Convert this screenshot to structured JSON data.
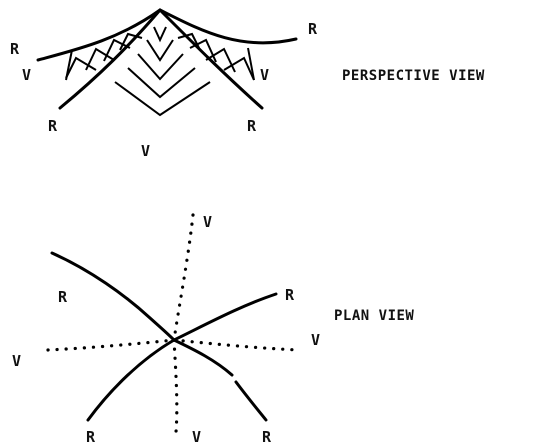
{
  "perspective": {
    "caption": "PERSPECTIVE VIEW",
    "labels": {
      "ridge_top_right": "R",
      "ridge_left": "R",
      "valley_left": "V",
      "valley_right": "V",
      "ridge_bottom_left": "R",
      "ridge_bottom_right": "R",
      "valley_bottom": "V"
    }
  },
  "plan": {
    "caption": "PLAN VIEW",
    "labels": {
      "valley_top": "V",
      "ridge_upper_left": "R",
      "ridge_upper_right": "R",
      "valley_right": "V",
      "valley_left": "V",
      "ridge_lower_left": "R",
      "valley_bottom": "V",
      "ridge_lower_right": "R"
    }
  }
}
